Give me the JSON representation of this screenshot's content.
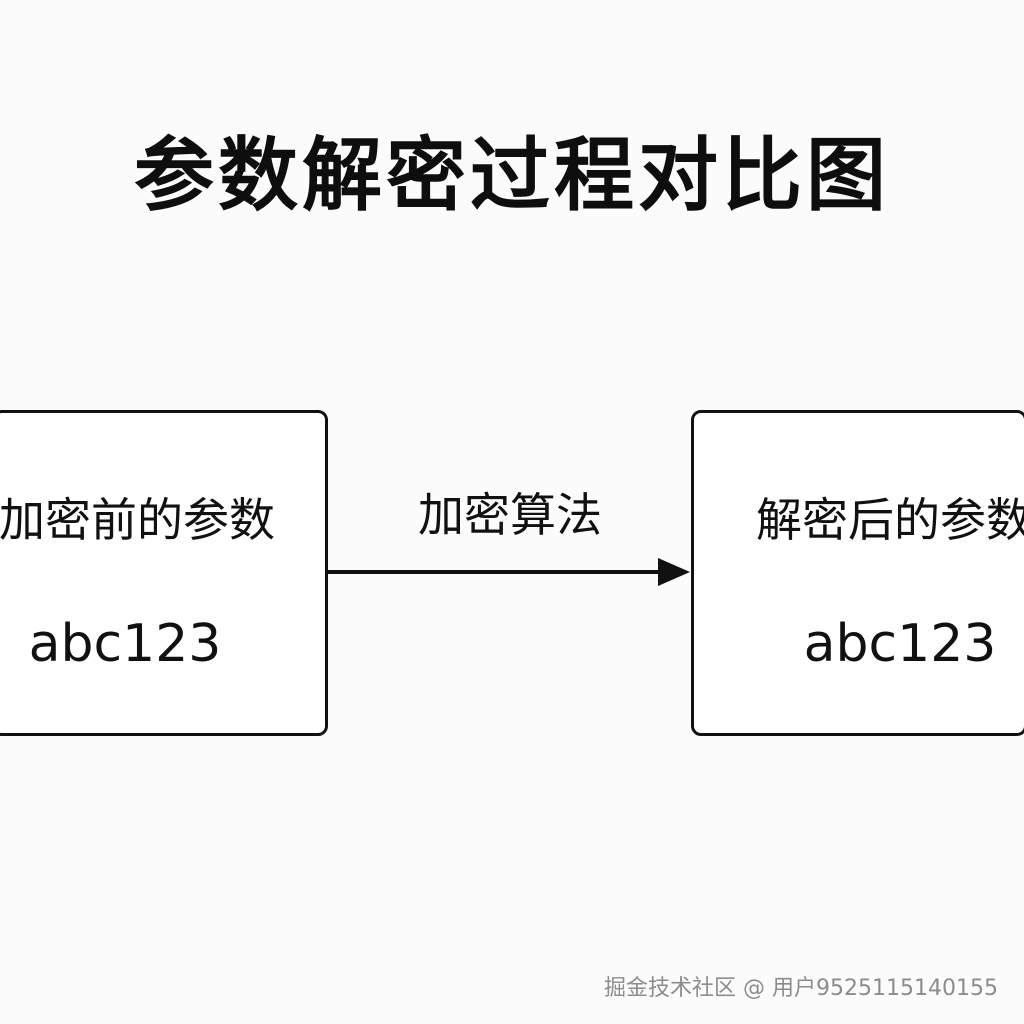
{
  "title": "参数解密过程对比图",
  "left_box": {
    "label": "加密前的参数",
    "value": "abc123"
  },
  "arrow": {
    "label": "加密算法"
  },
  "right_box": {
    "label": "解密后的参数",
    "value": "abc123"
  },
  "watermark": "掘金技术社区 @ 用户9525115140155",
  "colors": {
    "background": "#fbfbfb",
    "stroke": "#111111",
    "watermark": "#8c8c8c"
  }
}
